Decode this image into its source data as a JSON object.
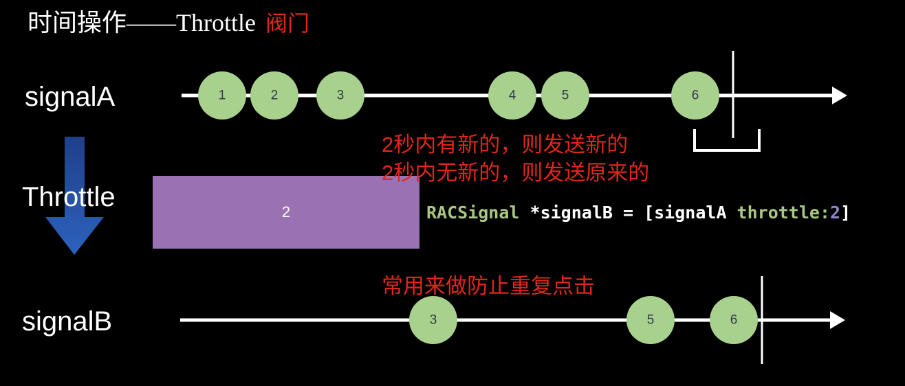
{
  "title": {
    "main": "时间操作——Throttle",
    "sub": "阀门"
  },
  "labels": {
    "signal_a": "signalA",
    "throttle": "Throttle",
    "signal_b": "signalB"
  },
  "notes": {
    "line1": "2秒内有新的，则发送新的",
    "line2": "2秒内无新的，则发送原来的",
    "line3": "常用来做防止重复点击"
  },
  "window": {
    "label": "2"
  },
  "code": {
    "type": "RACSignal",
    "middle": " *signalB = [signalA ",
    "method": "throttle:",
    "arg": "2",
    "close": "]"
  },
  "signal_a": [
    "1",
    "2",
    "3",
    "4",
    "5",
    "6"
  ],
  "signal_b": [
    "3",
    "5",
    "6"
  ],
  "colors": {
    "marble": "#a9d18e",
    "window": "#9a72b4",
    "arrow": "#2a56a8",
    "accent": "#e0261b"
  }
}
